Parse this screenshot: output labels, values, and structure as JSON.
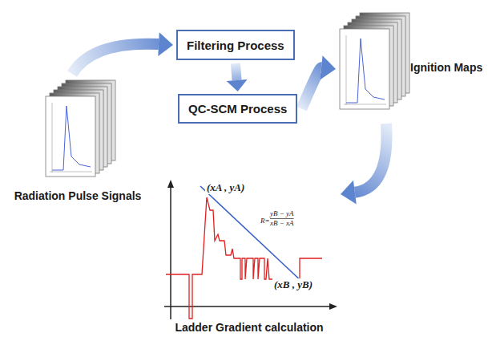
{
  "diagram": {
    "nodes": [
      {
        "text": [
          "Radiation Pulse Signals"
        ]
      },
      {
        "text": [
          "Filtering Process"
        ]
      },
      {
        "text": [
          "QC-SCM Process"
        ]
      },
      {
        "text": [
          "Ignition Maps"
        ]
      },
      {
        "text": [
          "Ladder Gradient calculation"
        ]
      }
    ],
    "edges": [
      {
        "from": 0,
        "to": 1,
        "arrow": "to"
      },
      {
        "from": 1,
        "to": 2,
        "arrow": "to"
      },
      {
        "from": 2,
        "to": 3,
        "arrow": "to"
      },
      {
        "from": 3,
        "to": 4,
        "arrow": "to"
      }
    ],
    "labels": [
      "(xA , yA)",
      "R=",
      "yB − yA",
      "xB − xA",
      "(xB , yB)"
    ]
  }
}
